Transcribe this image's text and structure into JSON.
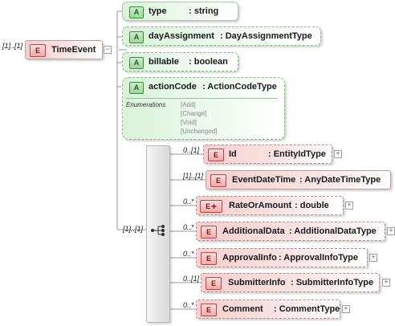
{
  "root": {
    "multiplicity": "[1]..[1]",
    "badge": "E",
    "name": "TimeEvent"
  },
  "attributes": [
    {
      "badge": "A",
      "name": "type",
      "type": ": string"
    },
    {
      "badge": "A",
      "name": "dayAssignment",
      "type": ": DayAssignmentType"
    },
    {
      "badge": "A",
      "name": "billable",
      "type": ": boolean"
    },
    {
      "badge": "A",
      "name": "actionCode",
      "type": ": ActionCodeType"
    }
  ],
  "enumeration": {
    "label": "Enumerations",
    "values": [
      "[Add]",
      "[Change]",
      "[Void]",
      "[Unchanged]"
    ]
  },
  "sequence": {
    "multiplicity": "[1]..[1]"
  },
  "children": [
    {
      "multiplicity": "0..[1]",
      "badge": "E",
      "name": "Id",
      "type": ": EntityIdType"
    },
    {
      "multiplicity": "[1]..[1]",
      "badge": "E",
      "name": "EventDateTime",
      "type": ": AnyDateTimeType"
    },
    {
      "multiplicity": "0..*",
      "badge": "E",
      "name": "RateOrAmount",
      "type": ": double"
    },
    {
      "multiplicity": "0..*",
      "badge": "E",
      "name": "AdditionalData",
      "type": ": AdditionalDataType"
    },
    {
      "multiplicity": "0..*",
      "badge": "E",
      "name": "ApprovalInfo",
      "type": ": ApprovalInfoType"
    },
    {
      "multiplicity": "0..[1]",
      "badge": "E",
      "name": "SubmitterInfo",
      "type": ": SubmitterInfoType"
    },
    {
      "multiplicity": "0..*",
      "badge": "E",
      "name": "Comment",
      "type": ": CommentType"
    }
  ],
  "expander": "+",
  "collapser": "−",
  "colors": {
    "attribute_fill": "#d9f2d9",
    "element_fill": "#f6cfcf",
    "connector": "#9a9a9a"
  }
}
